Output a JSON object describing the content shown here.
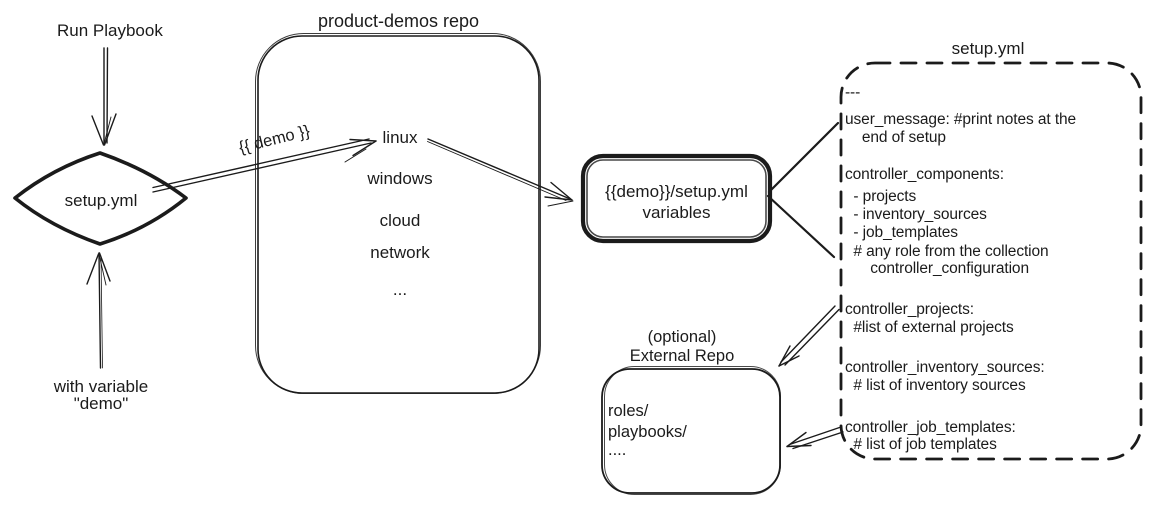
{
  "colors": {
    "ink": "#1b1b1b",
    "background": "#ffffff"
  },
  "diagram": {
    "run_playbook_label": "Run Playbook",
    "diamond_label": "setup.yml",
    "with_variable_line1": "with variable",
    "with_variable_line2": "\"demo\"",
    "demo_arrow_label": "{{ demo }}",
    "repo": {
      "title": "product-demos repo",
      "items": [
        "linux",
        "windows",
        "cloud",
        "network",
        "..."
      ]
    },
    "variables_box": {
      "line1": "{{demo}}/setup.yml",
      "line2": "variables"
    },
    "setup_yml": {
      "title": "setup.yml",
      "lines": [
        "---",
        "user_message: #print notes at the",
        "    end of setup",
        "controller_components:",
        "  - projects",
        "  - inventory_sources",
        "  - job_templates",
        "  # any role from the collection",
        "      controller_configuration",
        "controller_projects:",
        "  #list of external projects",
        "controller_inventory_sources:",
        "  # list of inventory sources",
        "controller_job_templates:",
        "  # list of job templates"
      ]
    },
    "external_repo": {
      "label_line1": "(optional)",
      "label_line2": "External Repo",
      "items": [
        "roles/",
        "playbooks/",
        "...."
      ]
    }
  }
}
